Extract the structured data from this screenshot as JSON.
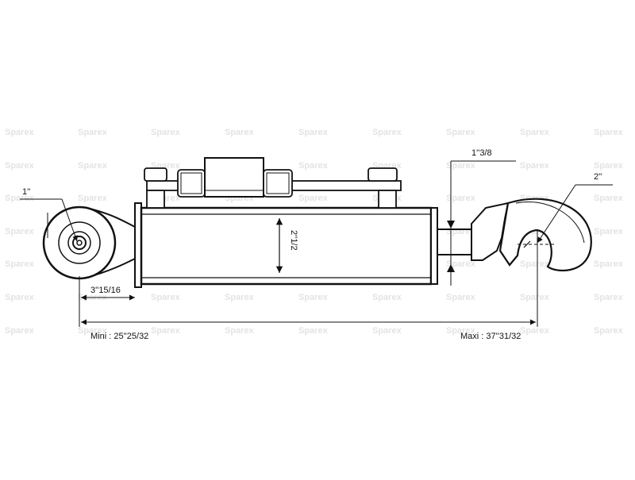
{
  "watermark": {
    "text": "Sparex"
  },
  "dimensions": {
    "eye_pin_diameter": "1''",
    "eye_offset": "3''15/16",
    "cylinder_bore": "2''1/2",
    "rod_diameter": "1''3/8",
    "hook_diameter": "2''",
    "min_length": "Mini : 25''25/32",
    "max_length": "Maxi : 37''31/32"
  },
  "colors": {
    "line": "#111111",
    "watermark": "#e3e3e3",
    "background": "#ffffff"
  }
}
